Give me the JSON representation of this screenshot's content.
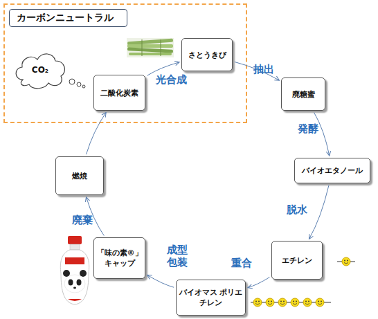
{
  "diagram": {
    "nodes": [
      {
        "text": [
          "カーボンニュートラル"
        ]
      },
      {
        "text": [
          "CO₂"
        ],
        "in": 0
      },
      {
        "text": [
          "二酸化炭素"
        ],
        "in": 0
      },
      {
        "text": [
          "さとうきび"
        ],
        "in": 0
      },
      {
        "text": [
          "廃糖蜜"
        ]
      },
      {
        "text": [
          "バイオエタノール"
        ]
      },
      {
        "text": [
          "エチレン"
        ]
      },
      {
        "text": [
          "バイオマス ポリエチレン"
        ]
      },
      {
        "text": [
          "「味の素®」 キャップ"
        ]
      },
      {
        "text": [
          "燃焼"
        ]
      }
    ],
    "edges": [
      {
        "from": 2,
        "to": 3,
        "label": "光合成",
        "arrow": "to"
      },
      {
        "from": 3,
        "to": 4,
        "label": "抽出",
        "arrow": "to"
      },
      {
        "from": 4,
        "to": 5,
        "label": "発酵",
        "arrow": "to"
      },
      {
        "from": 5,
        "to": 6,
        "label": "脱水",
        "arrow": "to"
      },
      {
        "from": 6,
        "to": 7,
        "label": "重合",
        "arrow": "to"
      },
      {
        "from": 7,
        "to": 8,
        "label": "成型 包装",
        "arrow": "to"
      },
      {
        "from": 8,
        "to": 9,
        "label": "廃棄",
        "arrow": "to"
      },
      {
        "from": 9,
        "to": 2,
        "arrow": "to"
      }
    ]
  }
}
